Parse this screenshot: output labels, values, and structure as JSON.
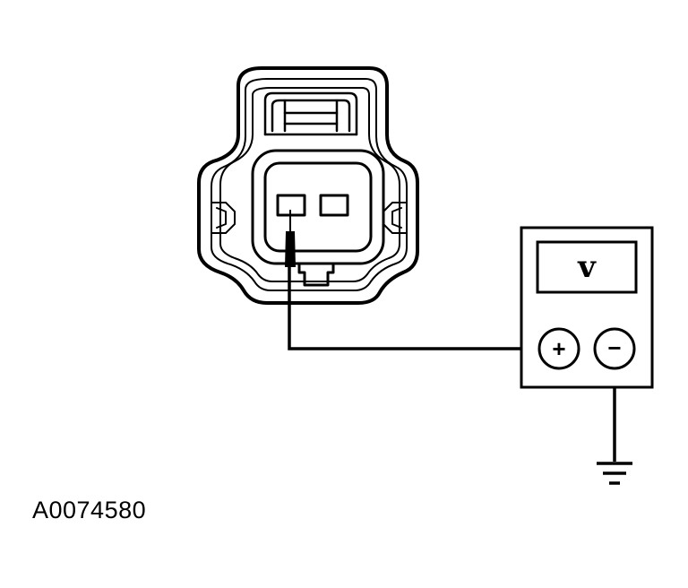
{
  "figure": {
    "reference_code": "A0074580"
  },
  "connector": {
    "pin_count": 2
  },
  "multimeter": {
    "display_symbol": "v",
    "positive_terminal": "+",
    "negative_terminal": "−"
  },
  "ground": {
    "icon": "ground-symbol-icon"
  },
  "colors": {
    "ink": "#000000",
    "paper": "#ffffff"
  }
}
